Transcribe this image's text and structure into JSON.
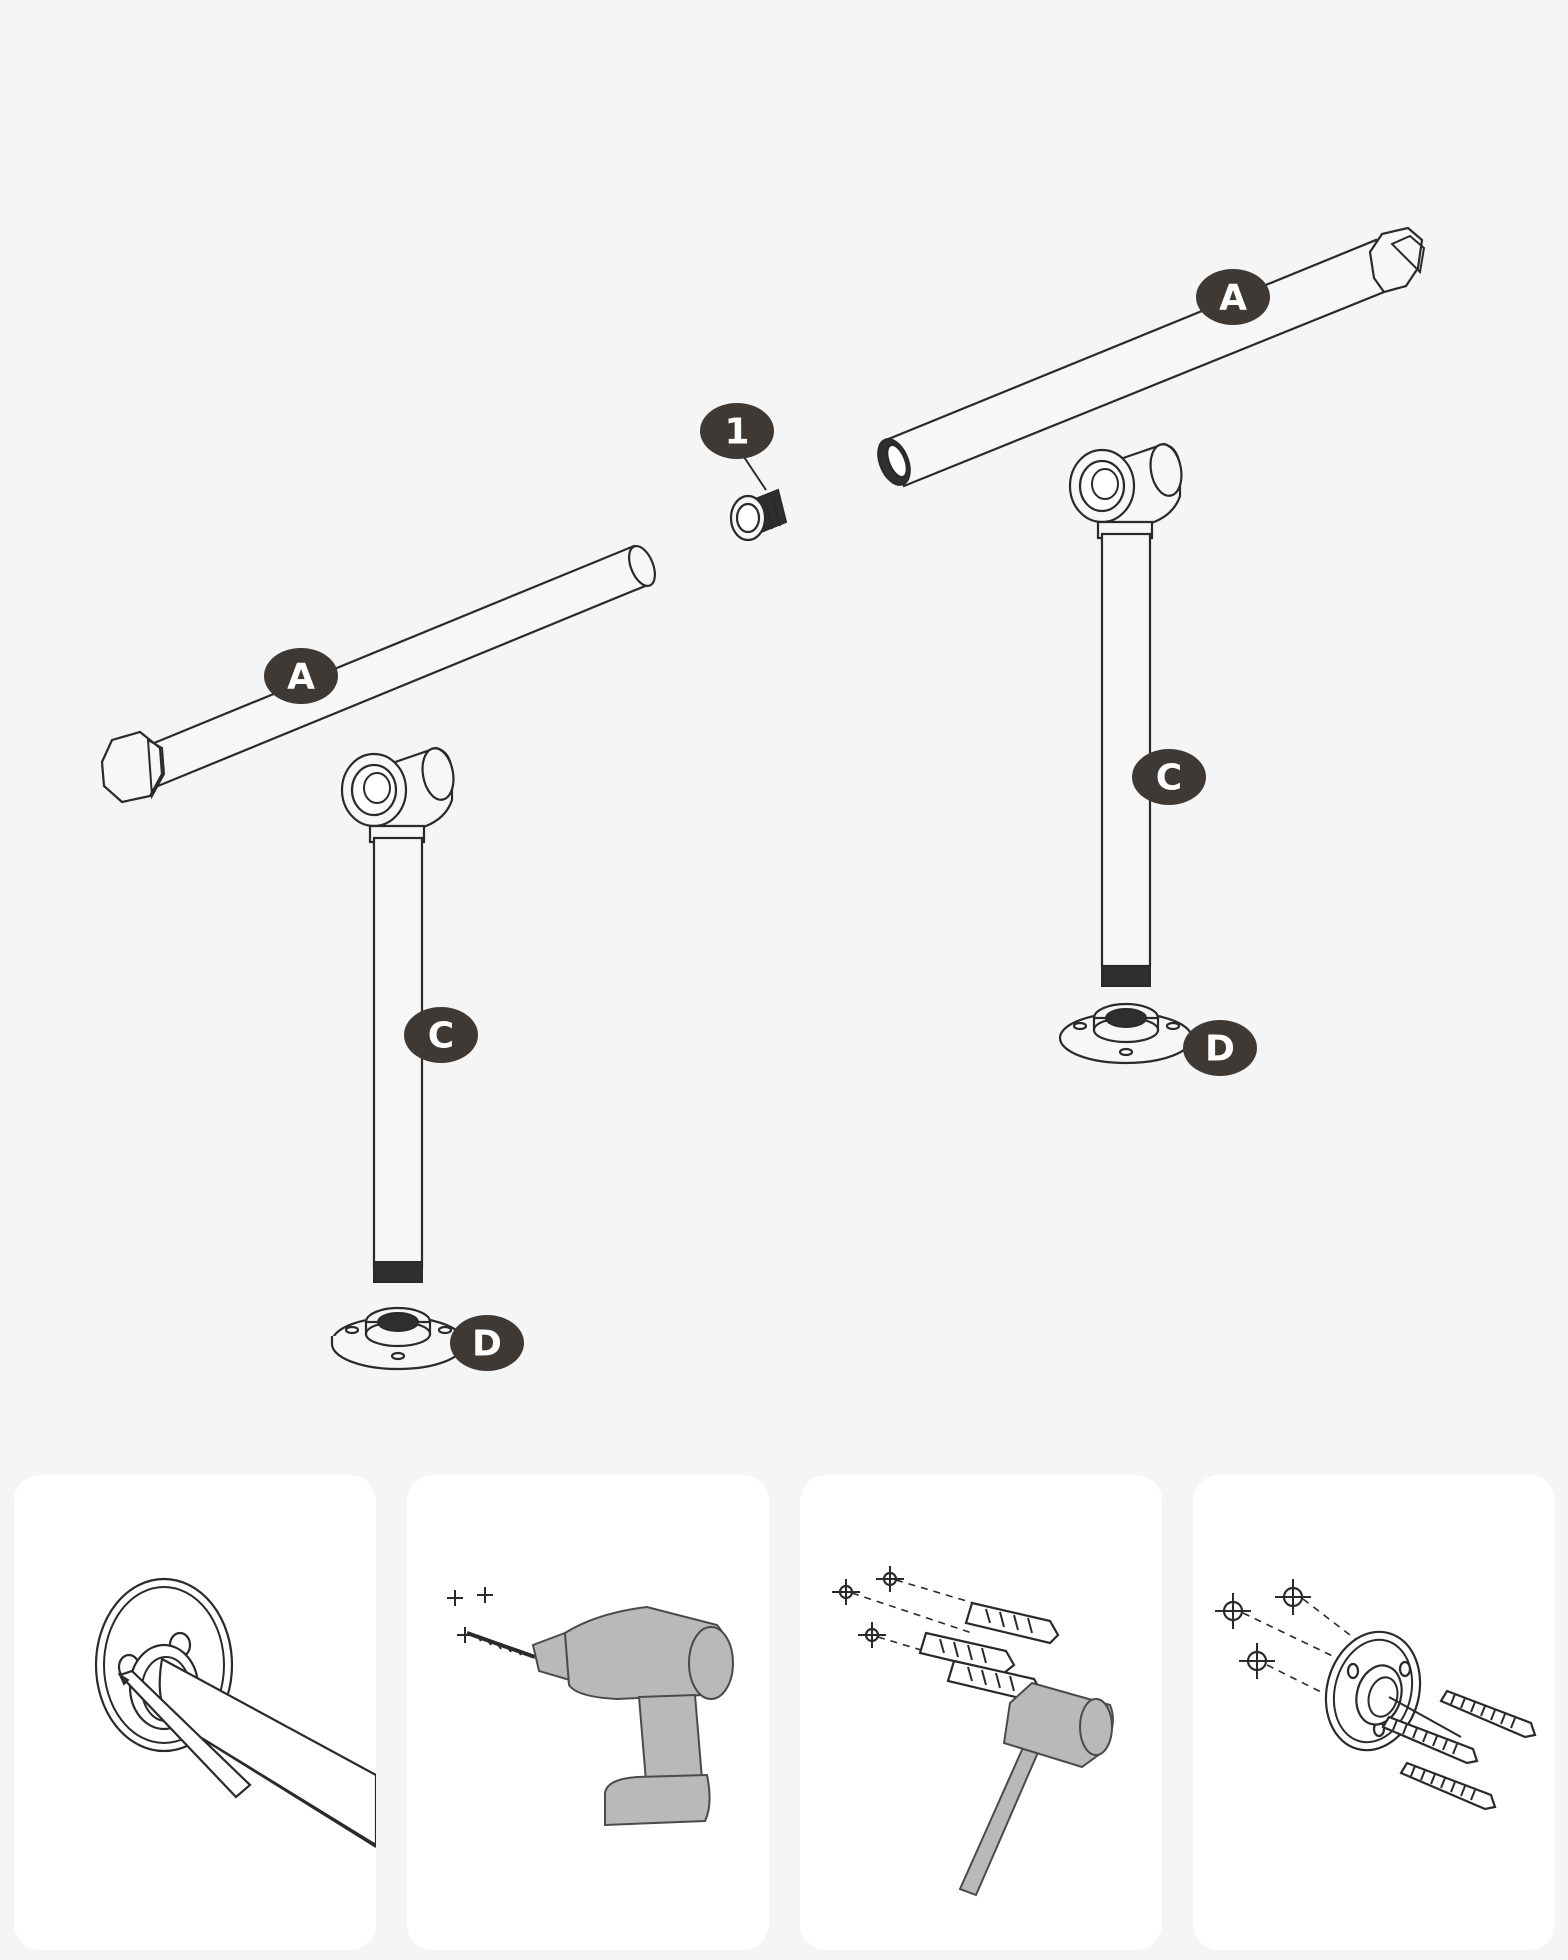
{
  "labels": {
    "part_a": "A",
    "part_c": "C",
    "part_d": "D",
    "part_1": "1"
  },
  "icons": {
    "step1": "pencil-mark-icon",
    "step2": "drill-icon",
    "step3": "hammer-anchor-icon",
    "step4": "screw-mount-icon"
  },
  "colors": {
    "background": "#f5f5f5",
    "panel": "#ffffff",
    "label": "#3f3936",
    "tool_grey": "#b9b9b9"
  }
}
